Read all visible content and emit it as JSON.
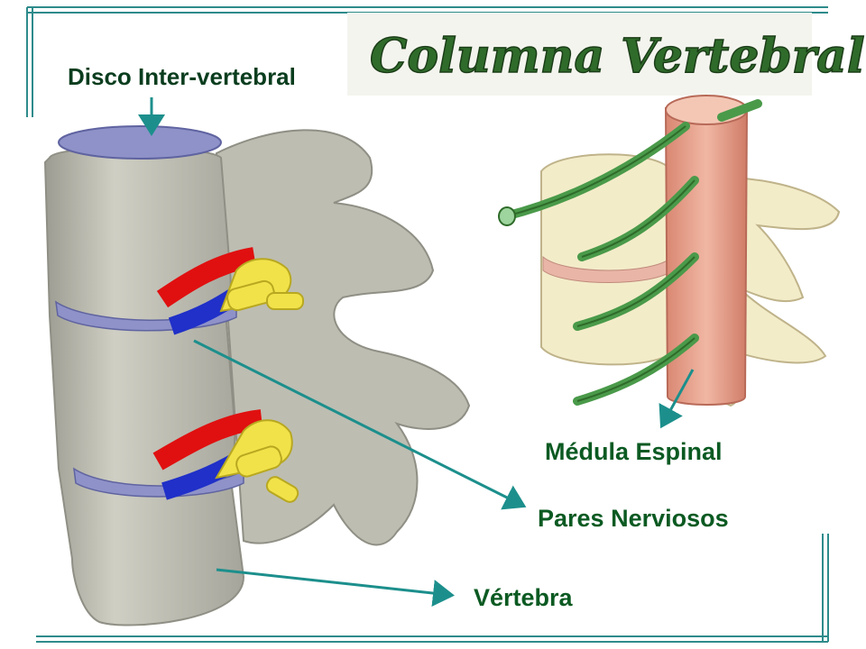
{
  "title": "Columna Vertebral",
  "labels": {
    "disco": "Disco Inter-vertebral",
    "medula": "Médula Espinal",
    "pares": "Pares Nerviosos",
    "vertebra": "Vértebra"
  },
  "colors": {
    "frame": "#2e8b8b",
    "arrow": "#1c8f8c",
    "title_fill": "#2f6b2a",
    "label_text": "#0b5a22",
    "bone": "#c9c9bd",
    "bone_shadow": "#8f8f85",
    "disc": "#8e92c8",
    "artery": "#e01010",
    "vein": "#2030c8",
    "nerve_yellow": "#f2e24a",
    "nerve_green": "#4a9a4a",
    "spinal_cord": "#e8a58f",
    "cream_bone": "#f3ecc9"
  }
}
